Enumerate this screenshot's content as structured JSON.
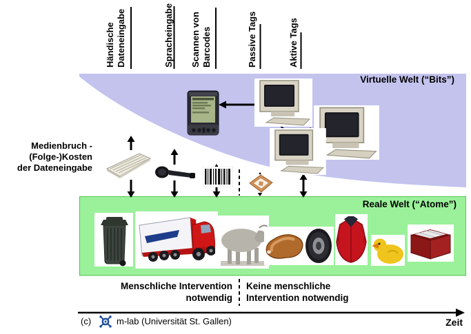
{
  "diagram": {
    "virtual_world_title": "Virtuelle Welt (“Bits”)",
    "real_world_title": "Reale Welt (“Atome”)"
  },
  "tech_axis": {
    "labels": [
      {
        "lines": [
          "Händische",
          "Dateneingabe"
        ]
      },
      {
        "lines": [
          "Spracheingabe"
        ]
      },
      {
        "lines": [
          "Scannen von",
          "Barcodes"
        ]
      },
      {
        "lines": [
          "Passive Tags"
        ]
      },
      {
        "lines": [
          "Aktive Tags"
        ]
      }
    ]
  },
  "cost_label": {
    "lines": [
      "Medienbruch -",
      "(Folge-)Kosten",
      "der Dateneingabe"
    ]
  },
  "intervention": {
    "left": {
      "lines": [
        "Menschliche Intervention",
        "notwendig"
      ]
    },
    "right": {
      "lines": [
        "Keine menschliche",
        "Intervention notwendig"
      ]
    }
  },
  "footer": {
    "copyright": "(c)",
    "credit": "m-lab (Universität St. Gallen)",
    "time_label": "Zeit"
  },
  "colors": {
    "virtual_world_bg": "#c3c3ee",
    "real_world_bg": "#9af19a",
    "real_world_border": "#58c158",
    "ink": "#000000",
    "mlab_blue": "#1d4e9e",
    "rfid_copper": "#cf9059"
  },
  "icons": {
    "virtual_world": [
      "pda-icon",
      "desktop-computer-icon",
      "desktop-computer-icon",
      "desktop-computer-icon"
    ],
    "media_break": [
      "keyboard-icon",
      "microphone-icon",
      "barcode-icon",
      "rfid-tag-icon"
    ],
    "real_world": [
      "trash-bin-icon",
      "truck-icon",
      "cow-icon",
      "ham-icon",
      "tire-icon",
      "jacket-icon",
      "chick-icon",
      "crate-icon"
    ],
    "footer": [
      "mlab-logo-icon"
    ]
  }
}
